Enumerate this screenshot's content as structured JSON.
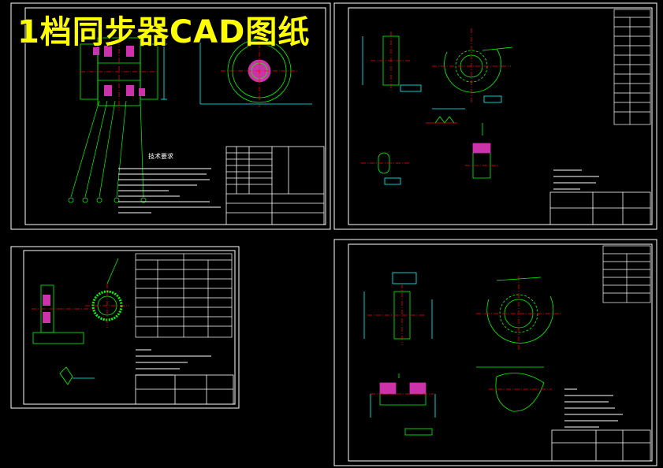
{
  "title": "1档同步器CAD图纸",
  "colors": {
    "background": "#000000",
    "frame": "#ffffff",
    "outline": "#00ff00",
    "center_line": "#ff0000",
    "dimension": "#00ffff",
    "section_fill": "#cc33aa",
    "title_text": "#ffff00"
  },
  "sheets": [
    {
      "name": "assembly-drawing",
      "heading": "技术要求"
    },
    {
      "name": "gear-ring-part"
    },
    {
      "name": "sleeve-part"
    },
    {
      "name": "hub-part"
    }
  ]
}
